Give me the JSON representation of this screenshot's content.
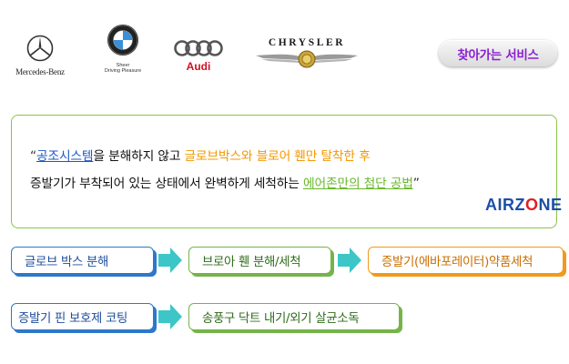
{
  "logos": {
    "mercedes": {
      "text": "Mercedes-Benz"
    },
    "bmw": {
      "tagline_1": "Sheer",
      "tagline_2": "Driving Pleasure"
    },
    "audi": {
      "text": "Audi"
    },
    "chrysler": {
      "text": "CHRYSLER"
    }
  },
  "visit_service": {
    "label": "찾아가는 서비스"
  },
  "description": {
    "open_quote": "“",
    "line1": [
      {
        "text": "공조시스템",
        "style": "blue"
      },
      {
        "text": "을 분해하지 않고 ",
        "style": "plain"
      },
      {
        "text": "글로브박스와 블로어 휀만 탈착한 후",
        "style": "orange"
      }
    ],
    "line2": [
      {
        "text": "증발기가 부착되어 있는 상태에서 완벽하게 세척하는 ",
        "style": "plain"
      },
      {
        "text": "에어존만의 첨단 공법",
        "style": "green"
      }
    ],
    "close_quote": "”"
  },
  "brand_logo": {
    "part1": "AIRZ",
    "part2": "O",
    "part3": "NE"
  },
  "process": {
    "step1": "글로브 박스 분해",
    "step2": "브로아 휀 분해/세척",
    "step3": "증발기(에바포레이터)약품세척",
    "step4": "증발기 핀 보호제 코팅",
    "step5": "송풍구 닥트 내기/외기 살균소독"
  },
  "colors": {
    "accent_purple": "#8a1fd2",
    "blue": "#1c57c7",
    "orange": "#f39800",
    "green": "#6ab82c",
    "arrow_teal": "#3cc6c8",
    "panel_border": "#8bc34a"
  }
}
